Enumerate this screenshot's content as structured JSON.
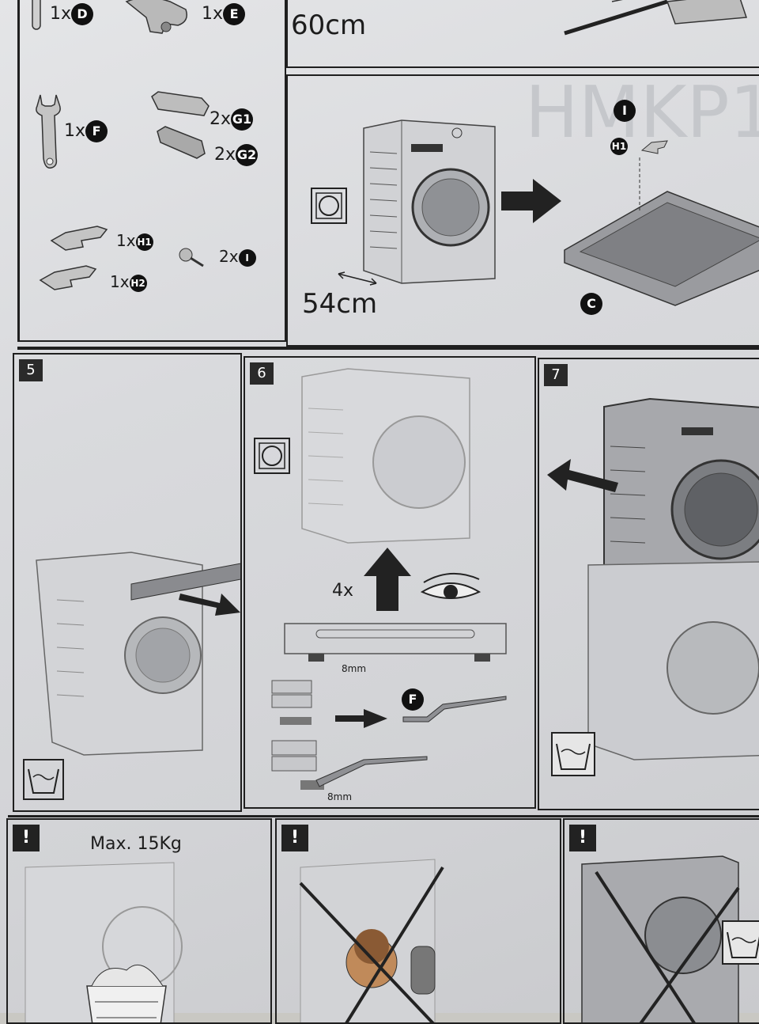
{
  "parts": {
    "d": {
      "qty": "1x",
      "code": "D"
    },
    "e": {
      "qty": "1x",
      "code": "E"
    },
    "f": {
      "qty": "1x",
      "code": "F"
    },
    "g1": {
      "qty": "2x",
      "code": "G1"
    },
    "g2": {
      "qty": "2x",
      "code": "G2"
    },
    "h1": {
      "qty": "1x",
      "code": "H1"
    },
    "h2": {
      "qty": "1x",
      "code": "H2"
    },
    "i": {
      "qty": "2x",
      "code": "I"
    }
  },
  "step3": {
    "width_label": "60cm"
  },
  "step4": {
    "width_label": "54cm",
    "part_c": "C",
    "part_i": "I",
    "part_h1": "H1"
  },
  "step5": {
    "number": "5"
  },
  "step6": {
    "number": "6",
    "count": "4x",
    "gap_top": "8mm",
    "gap_bottom": "8mm",
    "tool": "F"
  },
  "step7": {
    "number": "7"
  },
  "warnings": {
    "max_load": "Max. 15Kg",
    "symbol": "!"
  },
  "colors": {
    "ink": "#1f1f1f",
    "paper": "#dcdde0",
    "grey": "#7d7e82"
  }
}
